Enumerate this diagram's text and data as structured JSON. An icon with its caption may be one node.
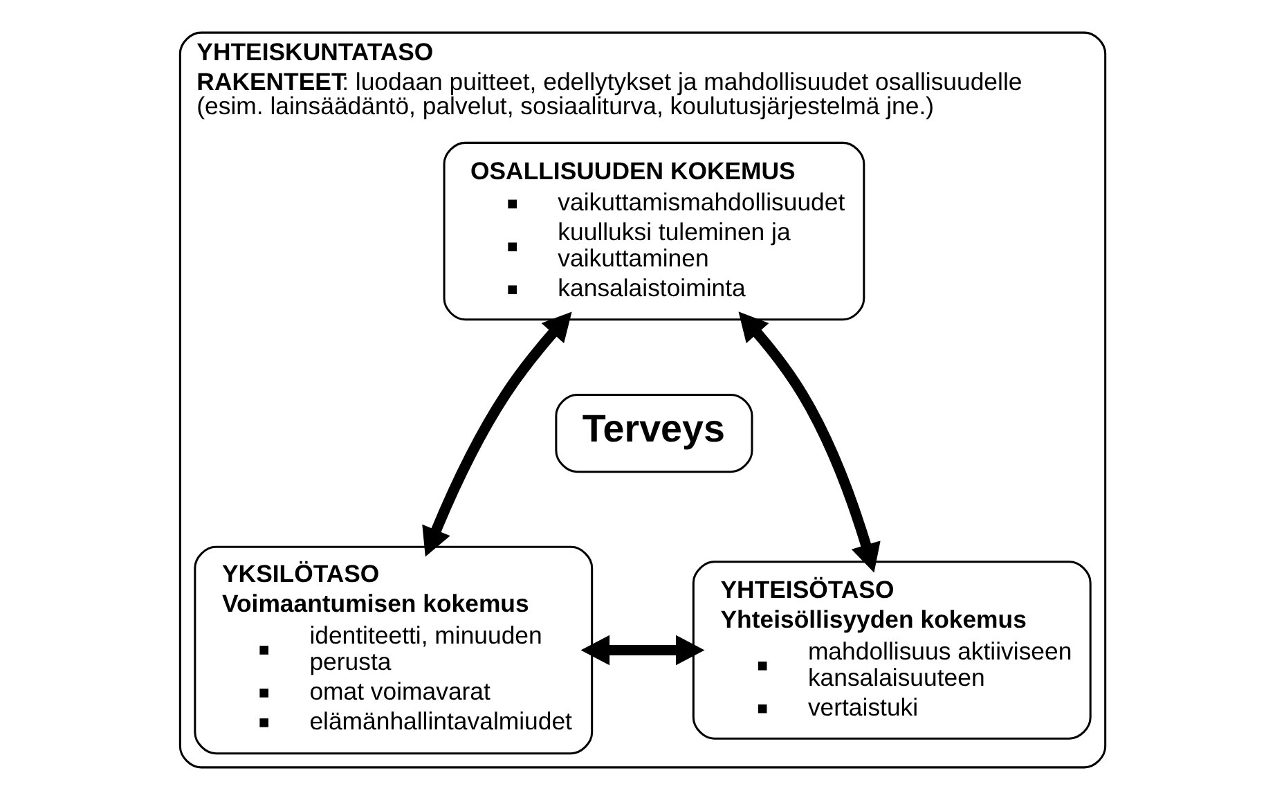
{
  "diagram": {
    "nodes": [
      {
        "text": [
          "YHTEISKUNTATASO",
          "**RAKENTEET**: luodaan puitteet, edellytykset ja mahdollisuudet osallisuudelle (esim. lainsäädäntö, palvelut, sosiaaliturva, koulutusjärjestelmä jne.)"
        ]
      },
      {
        "text": [
          "OSALLISUUDEN KOKEMUS",
          "vaikuttamismahdollisuudet",
          "kuulluksi tuleminen ja vaikuttaminen",
          "kansalaistoiminta"
        ],
        "in": 0
      },
      {
        "text": [
          "Terveys"
        ],
        "in": 0
      },
      {
        "text": [
          "YKSILÖTASO",
          "Voimaantumisen kokemus",
          "identiteetti, minuuden perusta",
          "omat voimavarat",
          "elämänhallintavalmiudet"
        ],
        "in": 0
      },
      {
        "text": [
          "YHTEISÖTASO",
          "Yhteisöllisyyden kokemus",
          "mahdollisuus aktiiviseen kansalaisuuteen",
          "vertaistuki"
        ],
        "in": 0
      }
    ],
    "edges": [
      {
        "from": 1,
        "to": 3,
        "arrow": "both"
      },
      {
        "from": 1,
        "to": 4,
        "arrow": "both"
      },
      {
        "from": 3,
        "to": 4,
        "arrow": "both"
      }
    ]
  }
}
